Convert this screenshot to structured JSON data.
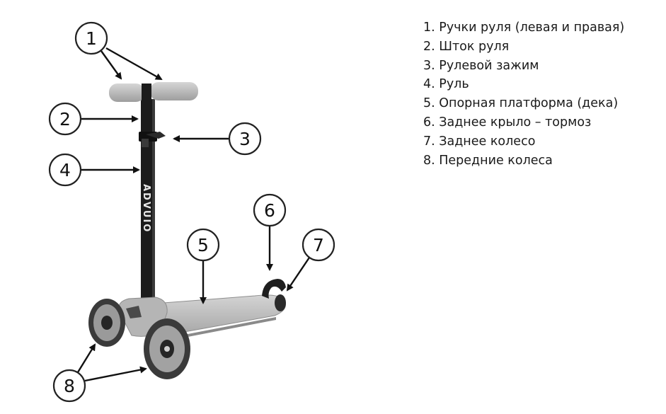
{
  "legend": {
    "items": [
      "1. Ручки руля (левая и правая)",
      "2. Шток руля",
      "3. Рулевой зажим",
      "4. Руль",
      "5. Опорная платформа (дека)",
      "6. Заднее крыло – тормоз",
      "7. Заднее колесо",
      "8. Передние колеса"
    ]
  },
  "callouts": [
    "1",
    "2",
    "3",
    "4",
    "5",
    "6",
    "7",
    "8"
  ],
  "colors": {
    "scooter_gray": "#b9b9b9",
    "stem_black": "#1c1c1c",
    "line": "#111111"
  }
}
